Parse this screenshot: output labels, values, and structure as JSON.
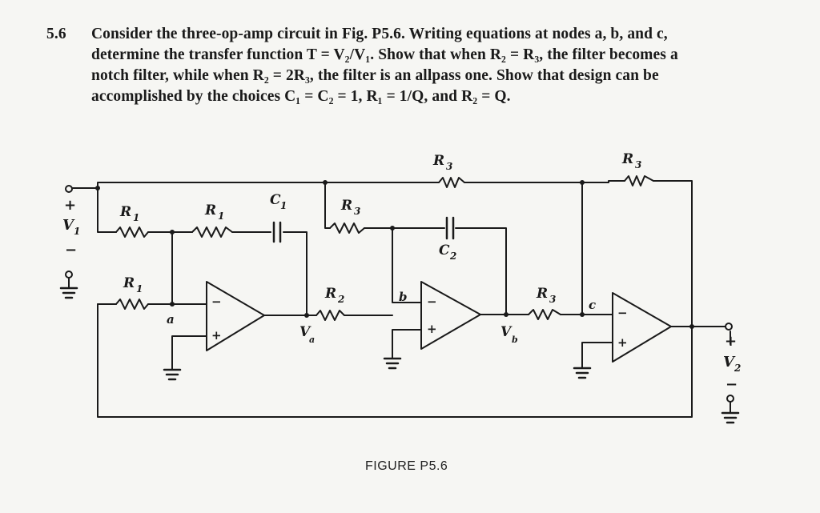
{
  "problem": {
    "number": "5.6",
    "lines": [
      "Consider the three-op-amp circuit in Fig. P5.6. Writing equations at nodes a, b, and c,",
      "determine the transfer function T = V₂/V₁. Show that when R₂ = R₃, the filter becomes a",
      "notch filter, while when R₂ = 2R₃, the filter is an allpass one. Show that design can be",
      "accomplished by the choices C₁ = C₂ = 1, R₁ = 1/Q, and R₂ = Q."
    ]
  },
  "figure_caption": "FIGURE P5.6",
  "labels": {
    "v1": "V",
    "v1_sub": "1",
    "v2": "V",
    "v2_sub": "2",
    "va": "V",
    "va_sub": "a",
    "vb": "V",
    "vb_sub": "b",
    "r": "R",
    "c": "C",
    "sub1": "1",
    "sub2": "2",
    "sub3": "3",
    "node_a": "a",
    "node_b": "b",
    "node_c": "c",
    "plus": "+",
    "minus": "−"
  }
}
